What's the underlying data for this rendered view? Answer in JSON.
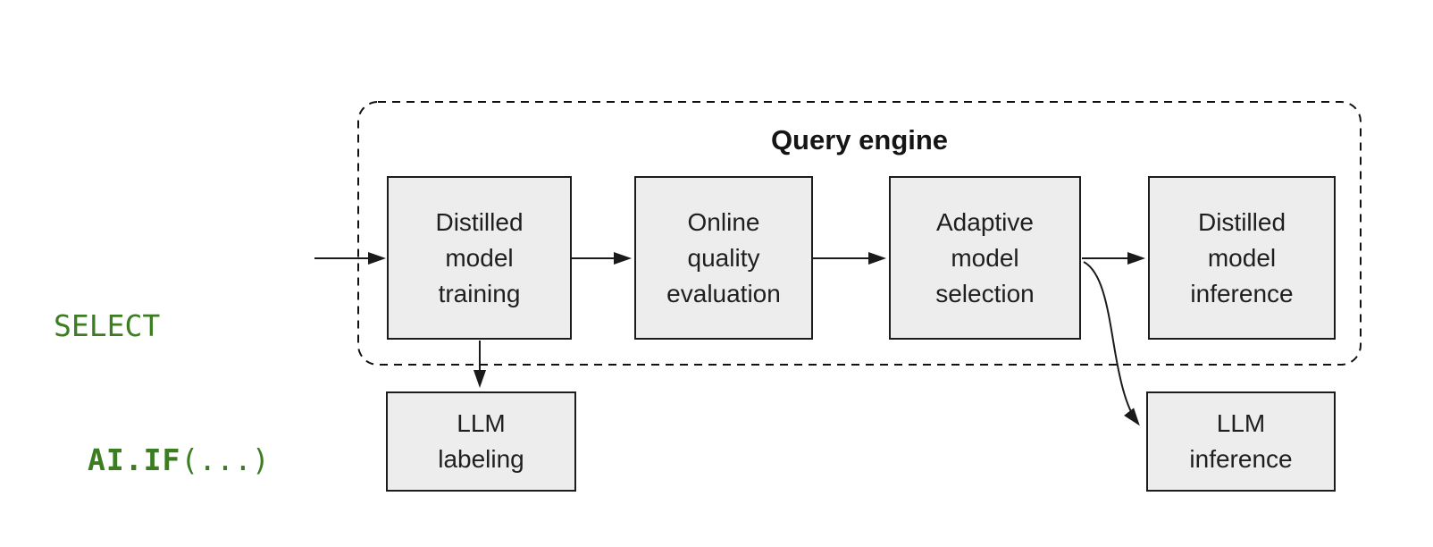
{
  "code": {
    "line1": "SELECT",
    "keyword": "AI.IF",
    "args": "(...)",
    "color": "#3c7d22"
  },
  "query_engine": {
    "title": "Query engine"
  },
  "nodes": {
    "training": {
      "label": "Distilled\nmodel\ntraining"
    },
    "evaluation": {
      "label": "Online\nquality\nevaluation"
    },
    "selection": {
      "label": "Adaptive\nmodel\nselection"
    },
    "inference": {
      "label": "Distilled\nmodel\ninference"
    },
    "llm_labeling": {
      "label": "LLM\nlabeling"
    },
    "llm_inference": {
      "label": "LLM\ninference"
    }
  },
  "edges": [
    {
      "from": "sql-query",
      "to": "training"
    },
    {
      "from": "training",
      "to": "evaluation"
    },
    {
      "from": "evaluation",
      "to": "selection"
    },
    {
      "from": "selection",
      "to": "inference"
    },
    {
      "from": "training",
      "to": "llm_labeling"
    },
    {
      "from": "selection",
      "to": "llm_inference"
    }
  ],
  "colors": {
    "background": "#ffffff",
    "node_fill": "#ededed",
    "node_border": "#1c1c1c",
    "text": "#1f1f1f",
    "code_green": "#3c7d22",
    "line": "#1a1a1a"
  }
}
